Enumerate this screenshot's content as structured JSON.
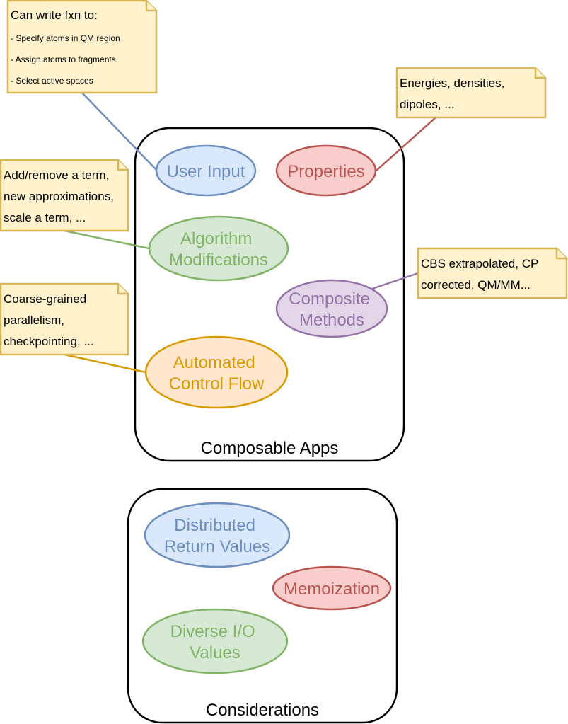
{
  "colors": {
    "blue": {
      "fill": "#dae8fc",
      "stroke": "#6c8ebf",
      "text": "#6c8ebf"
    },
    "red": {
      "fill": "#f8cecc",
      "stroke": "#b85450",
      "text": "#b85450"
    },
    "green": {
      "fill": "#d5e8d4",
      "stroke": "#82b366",
      "text": "#82b366"
    },
    "purple": {
      "fill": "#e1d5e7",
      "stroke": "#9673a6",
      "text": "#9673a6"
    },
    "orange": {
      "fill": "#ffe6cc",
      "stroke": "#d79b00",
      "text": "#d79b00"
    },
    "note": {
      "fill": "#fff2cc",
      "stroke": "#d6b656"
    }
  },
  "composable_apps": {
    "label": "Composable Apps",
    "items": [
      {
        "id": "user-input",
        "lines": [
          "User Input"
        ],
        "color": "blue"
      },
      {
        "id": "properties",
        "lines": [
          "Properties"
        ],
        "color": "red"
      },
      {
        "id": "algorithm-modifications",
        "lines": [
          "Algorithm",
          "Modifications"
        ],
        "color": "green"
      },
      {
        "id": "composite-methods",
        "lines": [
          "Composite",
          "Methods"
        ],
        "color": "purple"
      },
      {
        "id": "automated-control-flow",
        "lines": [
          "Automated",
          "Control Flow"
        ],
        "color": "orange"
      }
    ]
  },
  "considerations": {
    "label": "Considerations",
    "items": [
      {
        "id": "distributed-return-values",
        "lines": [
          "Distributed",
          "Return Values"
        ],
        "color": "blue"
      },
      {
        "id": "memoization",
        "lines": [
          "Memoization"
        ],
        "color": "red"
      },
      {
        "id": "diverse-io-values",
        "lines": [
          "Diverse I/O",
          "Values"
        ],
        "color": "green"
      }
    ]
  },
  "notes": [
    {
      "id": "user-input-note",
      "target": "user-input",
      "title": "Can write fxn to:",
      "lines": [
        "- Specify atoms in QM region",
        "- Assign atoms to fragments",
        "- Select active spaces"
      ]
    },
    {
      "id": "properties-note",
      "target": "properties",
      "lines": [
        "Energies, densities,",
        "dipoles, ..."
      ]
    },
    {
      "id": "algorithm-note",
      "target": "algorithm-modifications",
      "lines": [
        "Add/remove a term,",
        "new approximations,",
        "scale a term, ..."
      ]
    },
    {
      "id": "composite-note",
      "target": "composite-methods",
      "lines": [
        "CBS extrapolated, CP",
        "corrected, QM/MM..."
      ]
    },
    {
      "id": "control-flow-note",
      "target": "automated-control-flow",
      "lines": [
        "Coarse-grained",
        "parallelism,",
        "checkpointing, ..."
      ]
    }
  ]
}
